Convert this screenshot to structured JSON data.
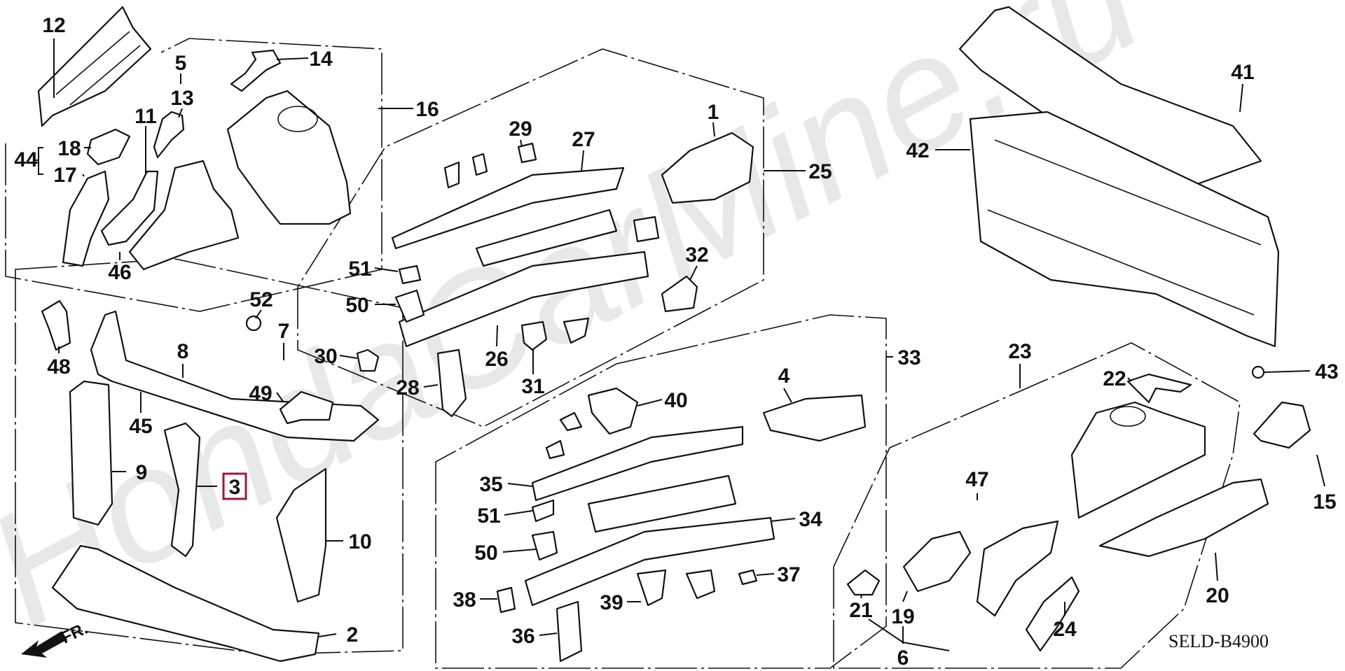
{
  "diagram": {
    "code": "SELD-B4900",
    "front_indicator": "FR.",
    "watermark": "HondaCarMine.ru",
    "highlighted_part": "3",
    "highlight_color": "#9b1b3a",
    "callouts": [
      "12",
      "14",
      "5",
      "13",
      "11",
      "16",
      "18",
      "44",
      "17",
      "46",
      "1",
      "29",
      "27",
      "25",
      "41",
      "42",
      "51",
      "32",
      "50",
      "52",
      "7",
      "30",
      "26",
      "28",
      "31",
      "33",
      "23",
      "48",
      "8",
      "4",
      "22",
      "43",
      "49",
      "40",
      "45",
      "9",
      "3",
      "35",
      "10",
      "51",
      "34",
      "47",
      "15",
      "50",
      "37",
      "38",
      "39",
      "21",
      "19",
      "20",
      "2",
      "36",
      "24",
      "6"
    ]
  }
}
